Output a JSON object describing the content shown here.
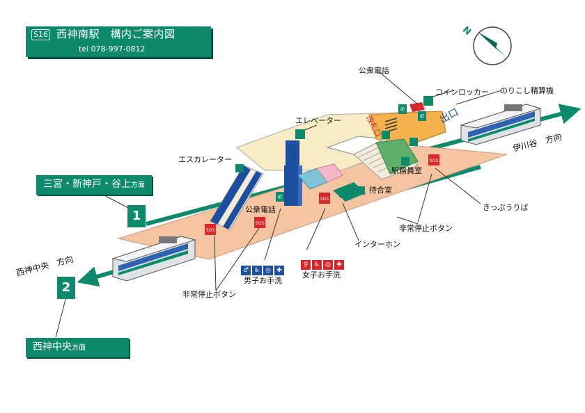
{
  "header": {
    "code": "S16",
    "name": "西神南駅　構内ご案内図",
    "tel": "tel 078-997-0812"
  },
  "direction_boxes": {
    "upper_main": "三宮・新神戸・谷上",
    "upper_suffix": "方面",
    "lower_main": "西神中央",
    "lower_suffix": "方面"
  },
  "tracks": {
    "track1": "1",
    "track2": "2"
  },
  "direction_labels": {
    "left_place": "西神中央",
    "left_dir": "方向",
    "right_place": "伊川谷",
    "right_dir": "方向"
  },
  "facilities": {
    "public_phone_top": "公衆電話",
    "coin_locker": "コインロッカー",
    "fare_adjust": "のりこし精算機",
    "exit": "出口",
    "ticket_gate": "改札口",
    "elevator": "エレベーター",
    "escalator": "エスカレーター",
    "station_office": "駅務員室",
    "waiting_room": "待合室",
    "public_phone_mid": "公衆電話",
    "interphone": "インターホン",
    "ticket_box": "きっぷうりば",
    "emergency_right": "非常停止ボタン",
    "emergency_left": "非常停止ボタン",
    "mens_restroom": "男子お手洗",
    "womens_restroom": "女子お手洗",
    "sos": "SOS"
  },
  "colors": {
    "brand_green": "#0d8a6c",
    "platform": "#f5c4a0",
    "concourse": "#f7ecc4",
    "gate_area": "#f5b24c",
    "stair_blue": "#1c4fa0"
  }
}
